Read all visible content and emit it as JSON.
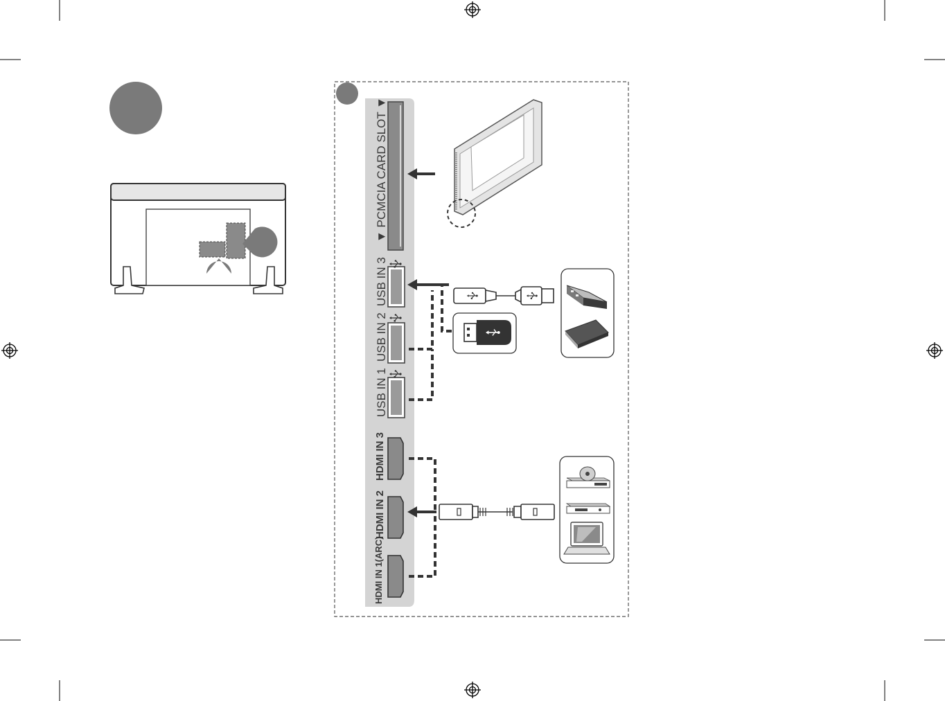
{
  "colors": {
    "panel": "#d4d4d4",
    "port": "#8a8a8a",
    "badge": "#7a7a7a",
    "cable": "#333333",
    "device": "#555555"
  },
  "ports": {
    "pcmcia_label": "▼ PCMCIA CARD SLOT ▼",
    "usb3": "USB IN 3",
    "usb2": "USB IN 2",
    "usb1": "USB IN 1",
    "hdmi3": "HDMI IN 3",
    "hdmi2": "HDMI IN 2",
    "hdmi1": "HDMI IN 1(ARC)"
  },
  "icons": {
    "registration": "registration-mark-icon",
    "usb": "usb-trident-icon",
    "disc_player": "disc-player-icon",
    "set_top_box": "set-top-box-icon",
    "laptop": "laptop-icon",
    "usb_hub": "usb-hub-icon",
    "hard_drive": "external-hard-drive-icon",
    "usb_stick": "usb-flash-drive-icon",
    "ci_card": "ci-card-icon"
  }
}
